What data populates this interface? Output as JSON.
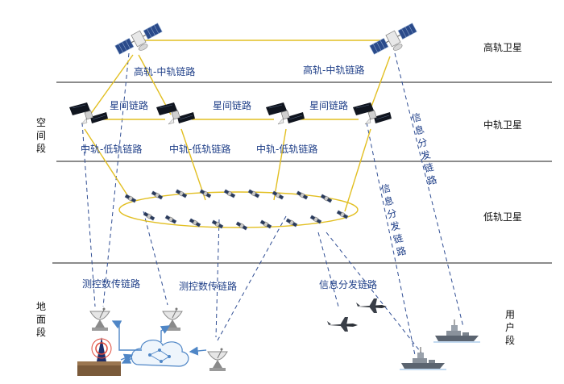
{
  "layers": {
    "geo": "高轨卫星",
    "meo": "中轨卫星",
    "leo": "低轨卫星",
    "space_segment": "空间段",
    "ground_segment": "地面段",
    "user_segment": "用户段"
  },
  "links": {
    "geo_meo_left": "高轨-中轨链路",
    "geo_meo_right": "高轨-中轨链路",
    "isl_1": "星间链路",
    "isl_2": "星间链路",
    "isl_3": "星间链路",
    "meo_leo_1": "中轨-低轨链路",
    "meo_leo_2": "中轨-低轨链路",
    "meo_leo_3": "中轨-低轨链路",
    "tt_1": "测控数传链路",
    "tt_2": "测控数传链路",
    "info_dist_ground": "信息分发链路",
    "info_dist_geo": "信息分发链路",
    "info_dist_meo": "信息分发链路"
  },
  "icons": {
    "geo_satellite": "satellite-icon",
    "meo_satellite": "satellite-icon",
    "leo_satellite": "small-satellite-icon",
    "ground_station": "satellite-dish-icon",
    "network": "cloud-network-icon",
    "control_center": "antenna-building-icon",
    "uav": "uav-icon",
    "ship": "warship-icon"
  },
  "colors": {
    "geo_meo_link": "#e2bf22",
    "layer_divider": "#1a1a1a",
    "dashed_link": "#2f4d93",
    "cloud_link": "#4f86c6",
    "label_text": "#1f3f88",
    "layer_text": "#111111",
    "leo_orbit": "#e2bf22"
  }
}
